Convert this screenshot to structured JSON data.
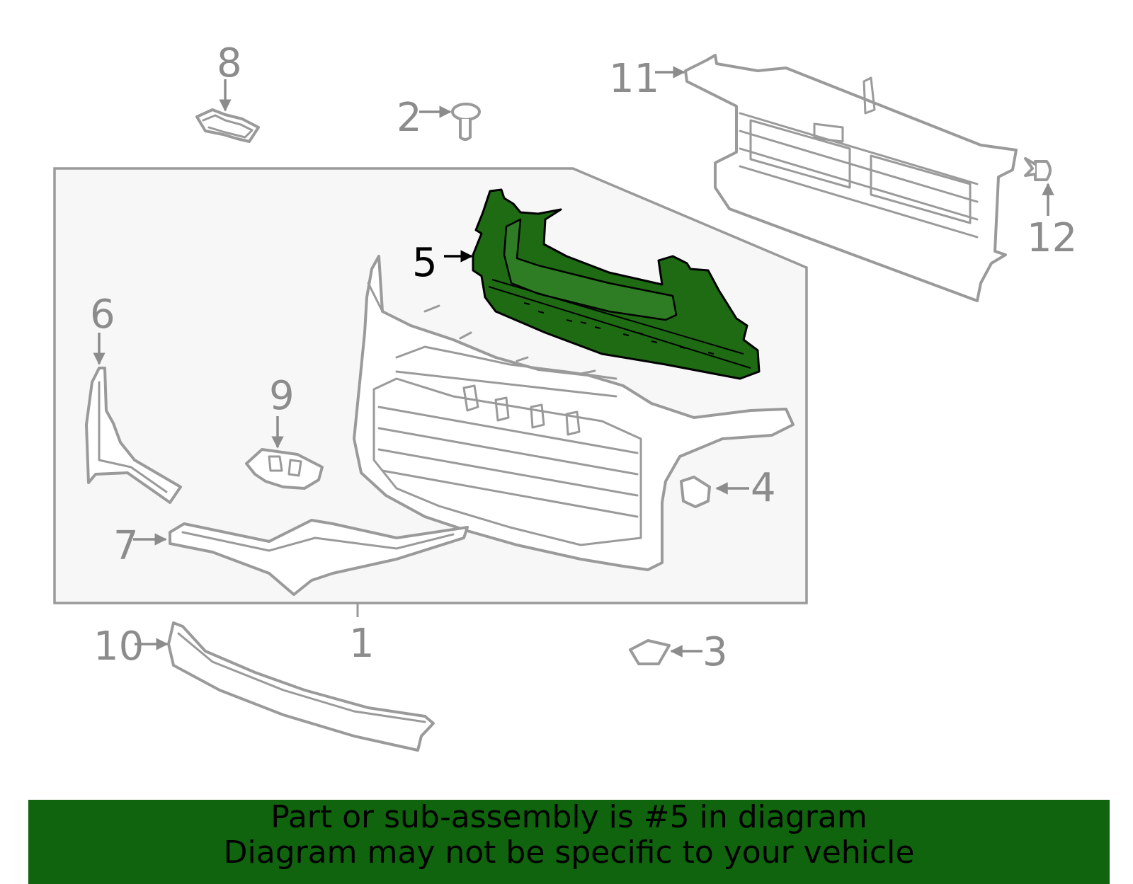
{
  "diagram": {
    "highlight_color": "#1e6b14",
    "line_color": "#9a9a9a",
    "callouts": {
      "c1": "1",
      "c2": "2",
      "c3": "3",
      "c4": "4",
      "c5": "5",
      "c6": "6",
      "c7": "7",
      "c8": "8",
      "c9": "9",
      "c10": "10",
      "c11": "11",
      "c12": "12"
    },
    "highlighted_callout": "5"
  },
  "banner": {
    "background": "#11640e",
    "line1": "Part or sub-assembly is #5 in diagram",
    "line2": "Diagram may not be specific to your vehicle"
  }
}
